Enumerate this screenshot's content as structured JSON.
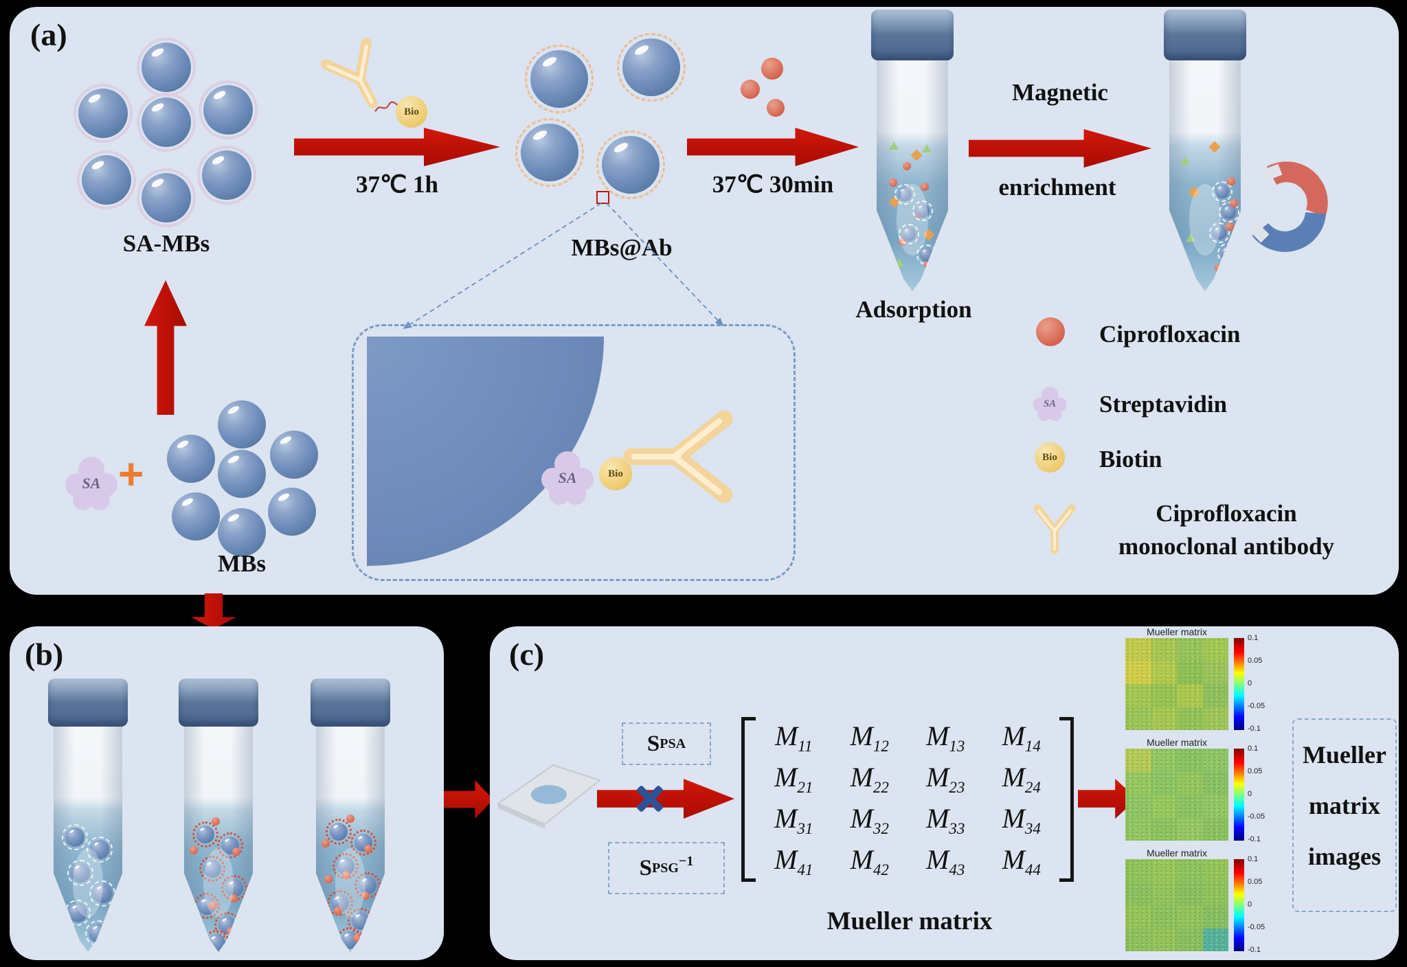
{
  "colors": {
    "panel_bg": "#dbe4f0",
    "arrow_red": "#c01005",
    "bead_blue": "#6d8cbb",
    "streptavidin_purple": "#d8c9e8",
    "biotin_yellow": "#eeca6d",
    "ciprofloxacin_red": "#d5604a",
    "antibody_cream": "#f2d49c",
    "dashed_blue": "#7a9cc6"
  },
  "panel_a": {
    "label": "(a)",
    "sa_mbs_label": "SA-MBs",
    "mbs_label": "MBs",
    "mbs_ab_label": "MBs@Ab",
    "plus_sign": "+",
    "sa_text": "SA",
    "bio_text": "Bio",
    "step1_label": "37℃  1h",
    "step2_label": "37℃  30min",
    "adsorption_label": "Adsorption",
    "magnetic_label_1": "Magnetic",
    "magnetic_label_2": "enrichment",
    "legend": {
      "ciprofloxacin": "Ciprofloxacin",
      "streptavidin": "Streptavidin",
      "biotin": "Biotin",
      "antibody_line_1": "Ciprofloxacin",
      "antibody_line_2": "monoclonal antibody"
    }
  },
  "panel_b": {
    "label": "(b)"
  },
  "panel_c": {
    "label": "(c)",
    "s_psa": {
      "base": "S",
      "sub": "PSA"
    },
    "s_psg": {
      "base": "S",
      "sub": "PSG",
      "sup": "−1"
    },
    "multiply_icon": "✕",
    "matrix": {
      "m": "M",
      "subs": [
        "11",
        "12",
        "13",
        "14",
        "21",
        "22",
        "23",
        "24",
        "31",
        "32",
        "33",
        "34",
        "41",
        "42",
        "43",
        "44"
      ],
      "caption": "Mueller matrix"
    },
    "heatmap_title": "Mueller matrix",
    "colorbar_ticks": [
      "0.1",
      "0.05",
      "0",
      "-0.05",
      "-0.1"
    ],
    "images_caption": [
      "Mueller",
      "matrix",
      "images"
    ]
  },
  "heatmaps": [
    {
      "cells": [
        "background:#c3cb4f",
        "background:#a7c653",
        "background:#97c45c",
        "background:#a2c854",
        "background:#d0ce4a",
        "background:#b2c94f",
        "background:#8fc058",
        "background:#9cc45e",
        "background:#a4c757",
        "background:#98c355",
        "background:#abc851",
        "background:#90c05e",
        "background:#9bc55b",
        "background:#a6c754",
        "background:#94c258",
        "background:#a0c55a"
      ]
    },
    {
      "cells": [
        "background:#b5ca58",
        "background:#92c766",
        "background:#89c263",
        "background:#8ec568",
        "background:#96c862",
        "background:#8cc467",
        "background:#93c661",
        "background:#88c165",
        "background:#8fc566",
        "background:#97c860",
        "background:#8bc364",
        "background:#92c667",
        "background:#93c664",
        "background:#8dc262",
        "background:#95c765",
        "background:#8ac163"
      ]
    },
    {
      "cells": [
        "background:#90c35c",
        "background:#98c65b",
        "background:#8dc25f",
        "background:#94c45c",
        "background:#8bc060",
        "background:#93c35d",
        "background:#89bf61",
        "background:#90c25e",
        "background:#95c45b",
        "background:#8cc160",
        "background:#92c35d",
        "background:#87be62",
        "background:#8ec05f",
        "background:#94c35c",
        "background:#8abf61",
        "background:#55b29c"
      ]
    }
  ]
}
